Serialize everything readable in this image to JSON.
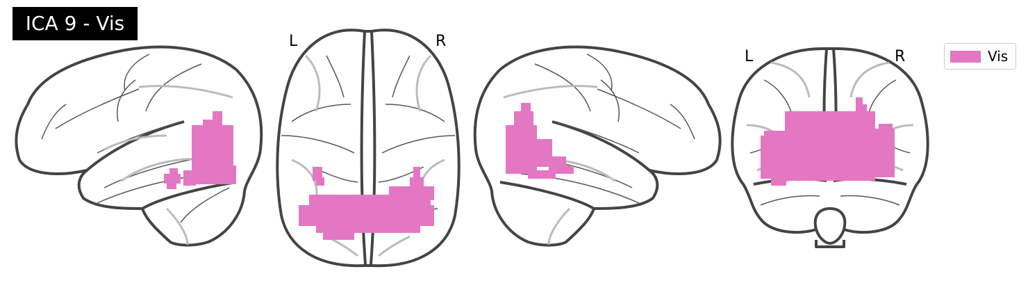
{
  "title": "ICA 9 - Vis",
  "axial_view": {
    "left_label": "L",
    "right_label": "R"
  },
  "coronal_view": {
    "left_label": "L",
    "right_label": "R"
  },
  "legend": {
    "label": "Vis",
    "color": "#e377c2"
  },
  "colors": {
    "outline": "#444444",
    "sulci_dark": "#555555",
    "sulci_light": "#bbbbbb",
    "activation": "#e377c2"
  }
}
